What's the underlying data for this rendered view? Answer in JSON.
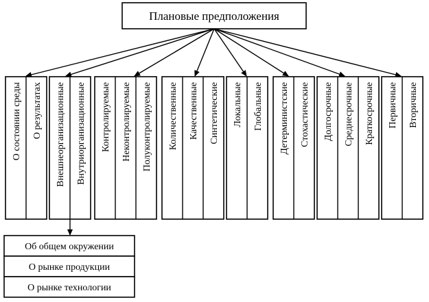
{
  "root": {
    "label": "Плановые предположения"
  },
  "groups": [
    {
      "items": [
        "О состоянии среды",
        "О результатах"
      ]
    },
    {
      "items": [
        "Внешнеорганизационные",
        "Внутриорганизационные"
      ]
    },
    {
      "items": [
        "Контролируемые",
        "Неконтролируемые",
        "Полуконтролируемые"
      ]
    },
    {
      "items": [
        "Количественные",
        "Качественные",
        "Синтетические"
      ]
    },
    {
      "items": [
        "Локальные",
        "Глобальные"
      ]
    },
    {
      "items": [
        "Детерминистские",
        "Стохастические"
      ]
    },
    {
      "items": [
        "Долгосрочные",
        "Среднесрочные",
        "Краткосрочные"
      ]
    },
    {
      "items": [
        "Первичные",
        "Вторичные"
      ]
    }
  ],
  "sub": {
    "items": [
      "Об общем окружении",
      "О рынке продукции",
      "О рынке технологии"
    ]
  }
}
